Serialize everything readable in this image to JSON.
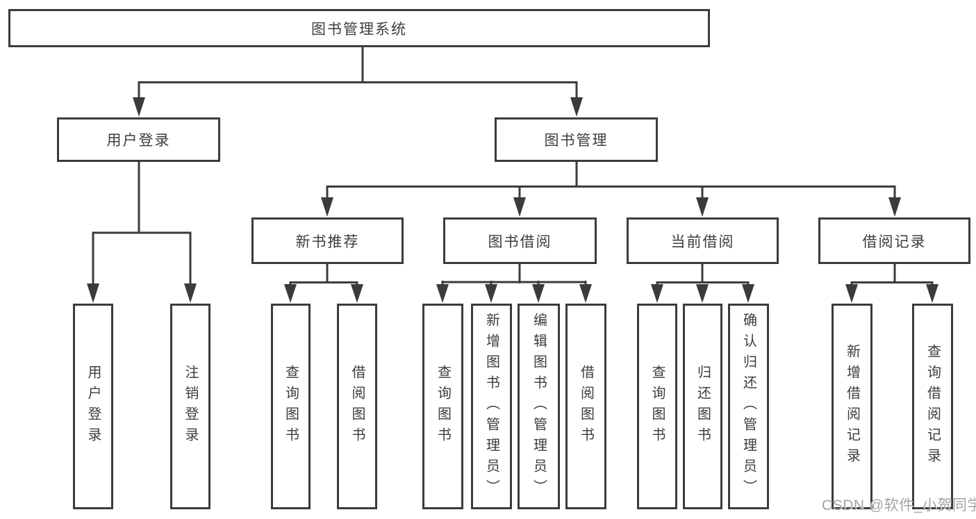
{
  "tree": {
    "label": "图书管理系统",
    "children": [
      {
        "label": "用户登录",
        "children": [
          {
            "label": "用户登录"
          },
          {
            "label": "注销登录"
          }
        ]
      },
      {
        "label": "图书管理",
        "children": [
          {
            "label": "新书推荐",
            "children": [
              {
                "label": "查询图书"
              },
              {
                "label": "借阅图书"
              }
            ]
          },
          {
            "label": "图书借阅",
            "children": [
              {
                "label": "查询图书"
              },
              {
                "label": "新增图书（管理员）"
              },
              {
                "label": "编辑图书（管理员）"
              },
              {
                "label": "借阅图书"
              }
            ]
          },
          {
            "label": "当前借阅",
            "children": [
              {
                "label": "查询图书"
              },
              {
                "label": "归还图书"
              },
              {
                "label": "确认归还（管理员）"
              }
            ]
          },
          {
            "label": "借阅记录",
            "children": [
              {
                "label": "新增借阅记录"
              },
              {
                "label": "查询借阅记录"
              }
            ]
          }
        ]
      }
    ]
  },
  "watermark": {
    "text": "CSDN @软件_小贺同学"
  },
  "colors": {
    "line": "#3b3b3b",
    "text": "#3d3d3d",
    "background": "#ffffff",
    "watermark": "#9e9e9e"
  }
}
